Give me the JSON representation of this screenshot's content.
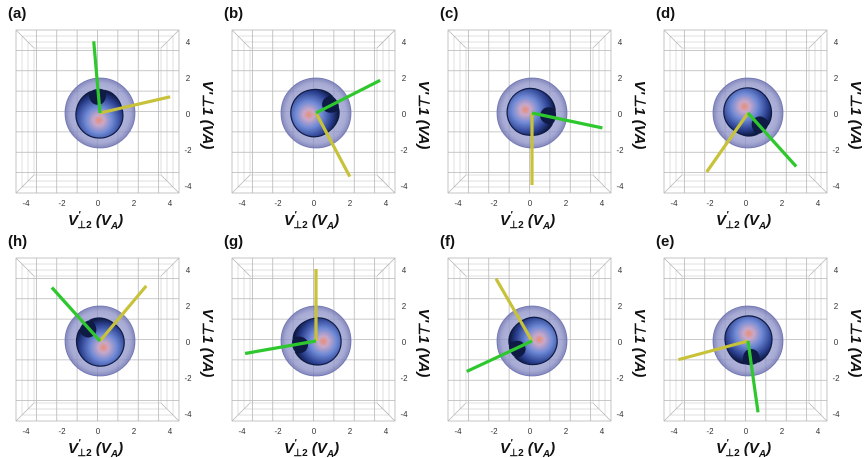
{
  "axis_label_x_main": "V",
  "axis_label_x_prime": "'",
  "axis_label_x_sub": "⊥2",
  "axis_label_x_unit": " (V",
  "axis_label_x_unit_sub": "A",
  "axis_label_x_close": ")",
  "axis_label_y_text": "V'⊥1 (VA)",
  "ticks_x": [
    "-4",
    "-2",
    "0",
    "2",
    "4"
  ],
  "ticks_y": [
    "4",
    "2",
    "0",
    "-2",
    "-4"
  ],
  "panels": [
    {
      "label": "(a)",
      "yellow_angle": -13,
      "green_angle": -95
    },
    {
      "label": "(b)",
      "yellow_angle": 62,
      "green_angle": -27
    },
    {
      "label": "(c)",
      "yellow_angle": 90,
      "green_angle": 12
    },
    {
      "label": "(d)",
      "yellow_angle": 125,
      "green_angle": 48
    },
    {
      "label": "(h)",
      "yellow_angle": -50,
      "green_angle": -132
    },
    {
      "label": "(g)",
      "yellow_angle": -90,
      "green_angle": 170
    },
    {
      "label": "(f)",
      "yellow_angle": -120,
      "green_angle": 155
    },
    {
      "label": "(e)",
      "yellow_angle": 165,
      "green_angle": 82
    }
  ],
  "colors": {
    "yellow_arrow": "#c8c23a",
    "green_arrow": "#2ec82e",
    "sphere": "#8a8fc6",
    "grid": "#b8b8b8",
    "shape_dark": "#0f1b45",
    "shape_mid": "#5872c4",
    "shape_core": "#e88d78"
  }
}
